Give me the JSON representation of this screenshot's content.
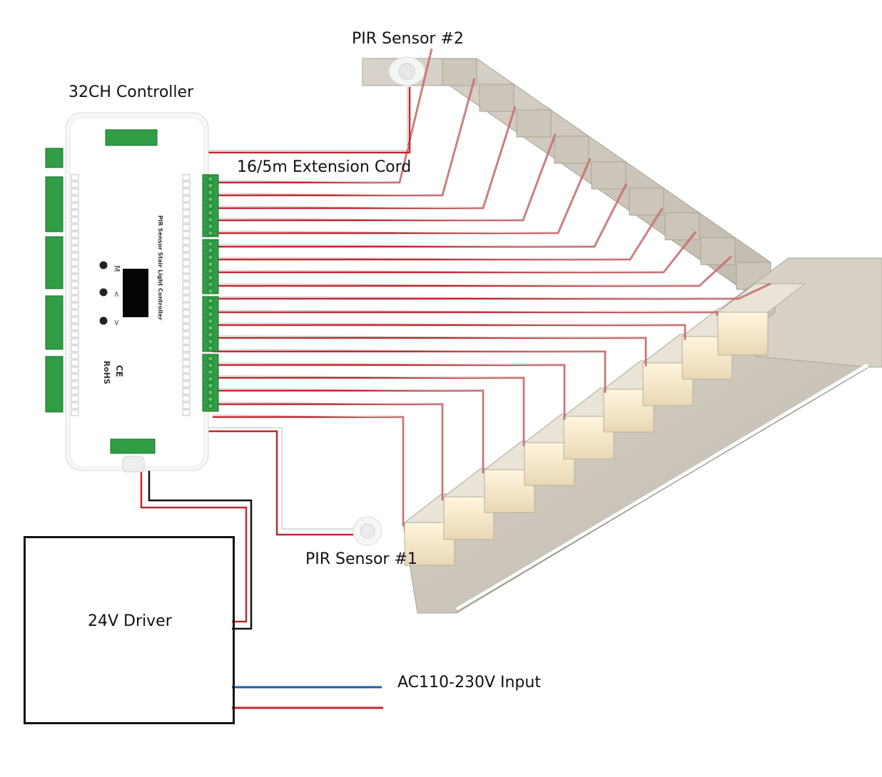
{
  "labels": {
    "pir_sensor_2": "PIR Sensor #2",
    "controller": "32CH Controller",
    "extension_cord": "16/5m Extension Cord",
    "pir_sensor_1": "PIR Sensor #1",
    "driver": "24V Driver",
    "ac_input": "AC110-230V Input"
  },
  "controller_device": {
    "title": "PIR Sensor Stair Light Controller",
    "buttons": [
      "M",
      "<",
      ">"
    ],
    "marks": [
      "CE",
      "RoHS"
    ]
  },
  "colors": {
    "wire_red": "#c0282d",
    "wire_blue": "#1f5fa8",
    "wire_black": "#111111",
    "terminal_green": "#2f9e44",
    "concrete": "#c9c3b8",
    "step_light": "#f3e3c0"
  }
}
